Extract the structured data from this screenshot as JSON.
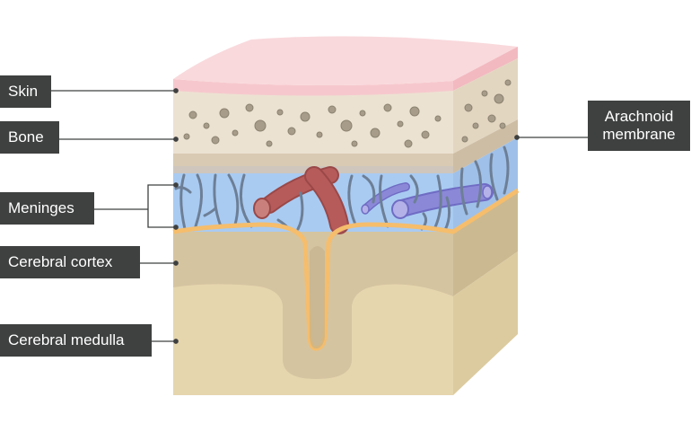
{
  "labels": {
    "skin": "Skin",
    "bone": "Bone",
    "meninges": "Meninges",
    "cerebral_cortex": "Cerebral cortex",
    "cerebral_medulla": "Cerebral medulla",
    "arachnoid_membrane": "Arachnoid\nmembrane"
  },
  "colors": {
    "skin": "#f6c8cd",
    "bone": "#ece2d2",
    "bone_pores": "#a69c89",
    "meninges_fluid": "#a9cbf2",
    "artery": "#b65a5a",
    "vein": "#8b88d8",
    "arachnoid_trabeculae": "#6d7f96",
    "cortex": "#d5c4a0",
    "cortex_outline": "#f5bd6c",
    "medulla": "#e6d6ae",
    "label_bg": "#3f4040"
  }
}
